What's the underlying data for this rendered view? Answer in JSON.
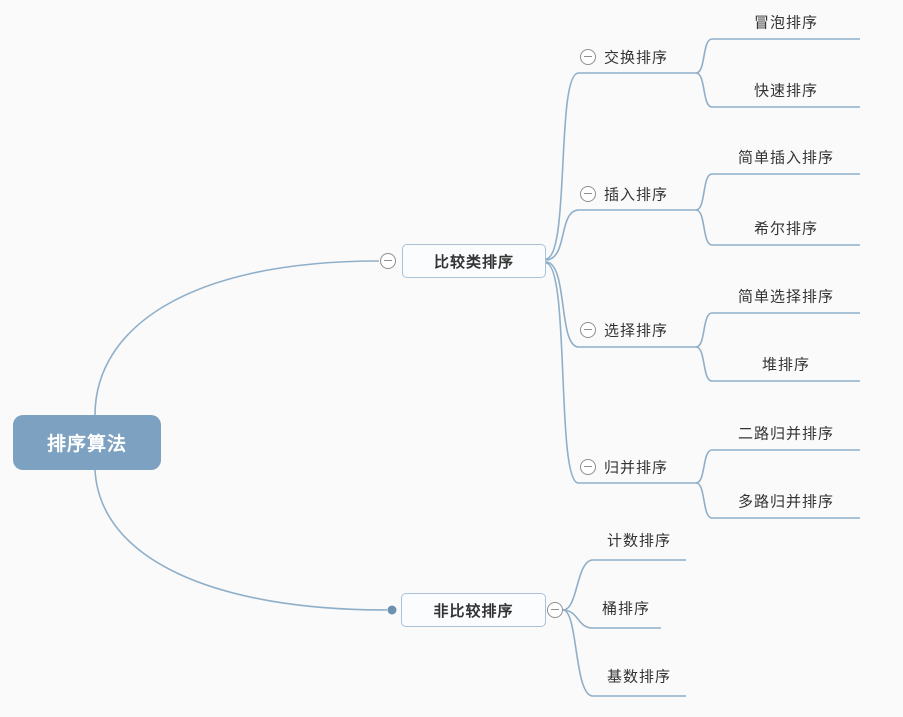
{
  "canvas": {
    "background_color": "#fafafa",
    "connector_color": "#8fafc9"
  },
  "mindmap": {
    "root": {
      "label": "排序算法",
      "fill_color": "#7da2c1",
      "text_color": "#ffffff"
    },
    "branches": [
      {
        "label": "比较类排序",
        "children": [
          {
            "label": "交换排序",
            "children": [
              {
                "label": "冒泡排序"
              },
              {
                "label": "快速排序"
              }
            ]
          },
          {
            "label": "插入排序",
            "children": [
              {
                "label": "简单插入排序"
              },
              {
                "label": "希尔排序"
              }
            ]
          },
          {
            "label": "选择排序",
            "children": [
              {
                "label": "简单选择排序"
              },
              {
                "label": "堆排序"
              }
            ]
          },
          {
            "label": "归并排序",
            "children": [
              {
                "label": "二路归并排序"
              },
              {
                "label": "多路归并排序"
              }
            ]
          }
        ]
      },
      {
        "label": "非比较排序",
        "children": [
          {
            "label": "计数排序"
          },
          {
            "label": "桶排序"
          },
          {
            "label": "基数排序"
          }
        ]
      }
    ],
    "icons": {
      "collapse_icon": "minus-in-circle",
      "connection_dot_icon": "filled-dot"
    }
  }
}
